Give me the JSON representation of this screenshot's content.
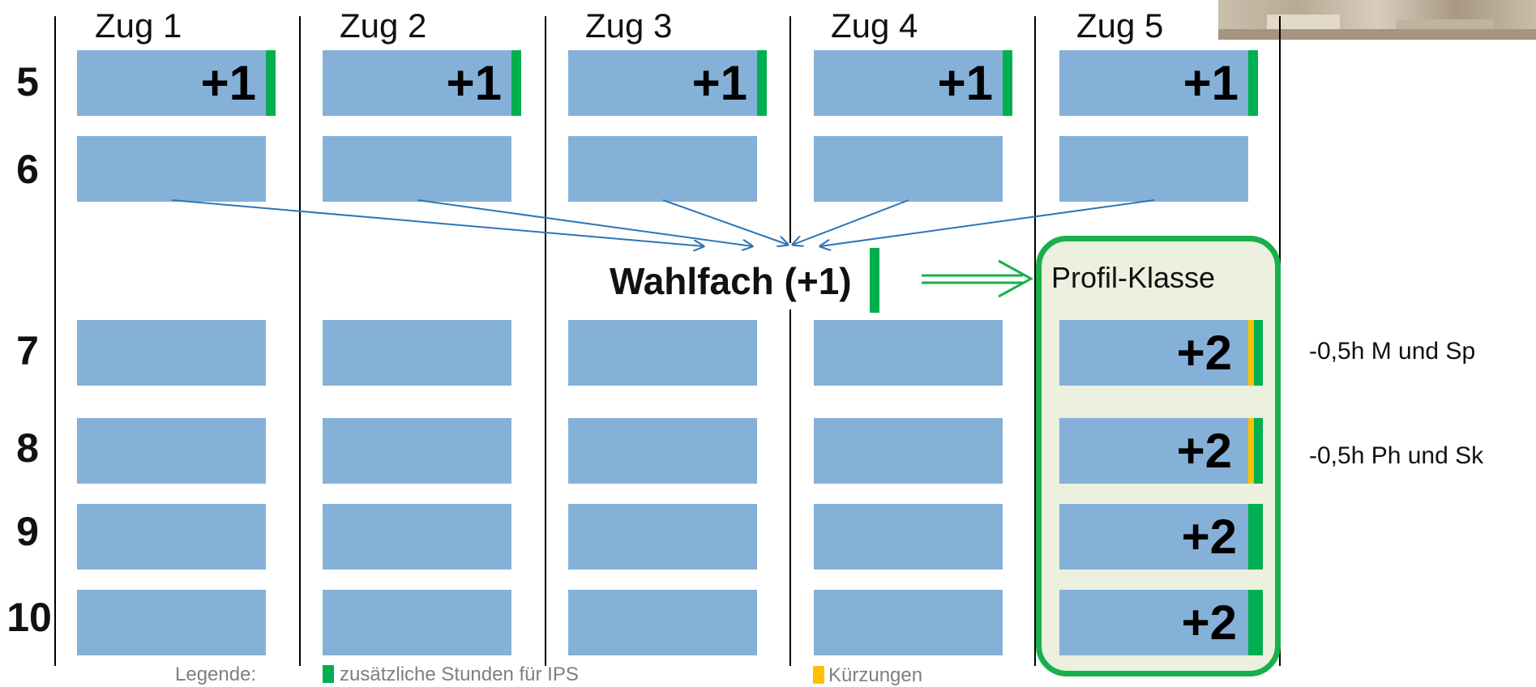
{
  "columns": [
    "Zug 1",
    "Zug 2",
    "Zug 3",
    "Zug 4",
    "Zug 5"
  ],
  "grades": [
    "5",
    "6",
    "7",
    "8",
    "9",
    "10"
  ],
  "grade5_label": "+1",
  "profile_label": "+2",
  "wahlfach_label": "Wahlfach (+1)",
  "profile_title": "Profil-Klasse",
  "notes": {
    "grade7": "-0,5h M und Sp",
    "grade8": "-0,5h Ph und Sk"
  },
  "legend": {
    "title": "Legende:",
    "green": "zusätzliche Stunden für IPS",
    "yellow": "Kürzungen"
  },
  "colors": {
    "box": "#85b1d8",
    "extra_hours": "#00b050",
    "reductions": "#ffc000",
    "profile_border": "#19b04b",
    "profile_fill": "#ebf1de",
    "arrow": "#2e75b6"
  }
}
